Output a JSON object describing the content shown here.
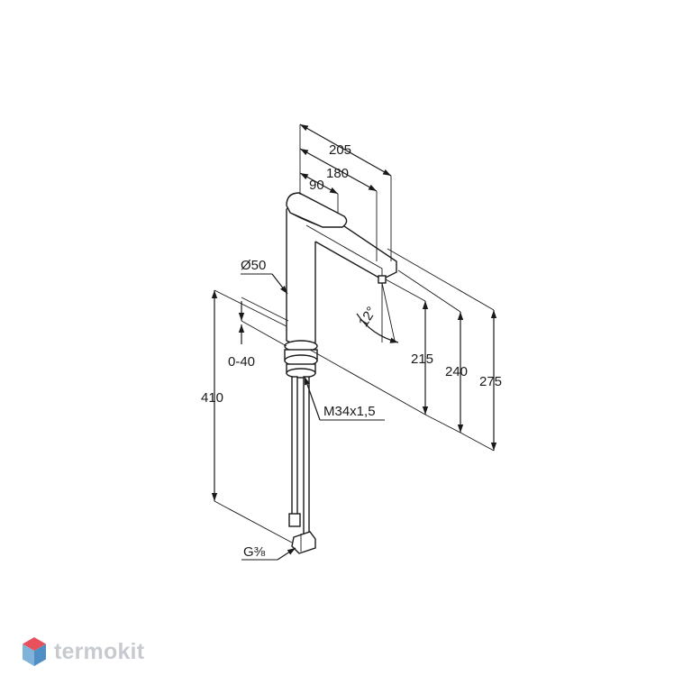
{
  "dimensions": {
    "width_spout_total": "205",
    "width_spout_outlet": "180",
    "width_lever": "90",
    "diameter_body": "Ø50",
    "spout_angle": "12°",
    "height_outlet": "215",
    "height_spout_top": "240",
    "height_total": "275",
    "mounting_thickness": "0-40",
    "hose_length": "410",
    "thread_mount": "M34x1,5",
    "thread_connection": "G⅜"
  },
  "watermark": {
    "brand": "termokit",
    "logo_icon": "hexagon-cube-icon",
    "colors": {
      "top": "#e8505b",
      "left": "#7fb3d9",
      "right": "#4f8fc4",
      "text": "#c7cbd0"
    }
  }
}
